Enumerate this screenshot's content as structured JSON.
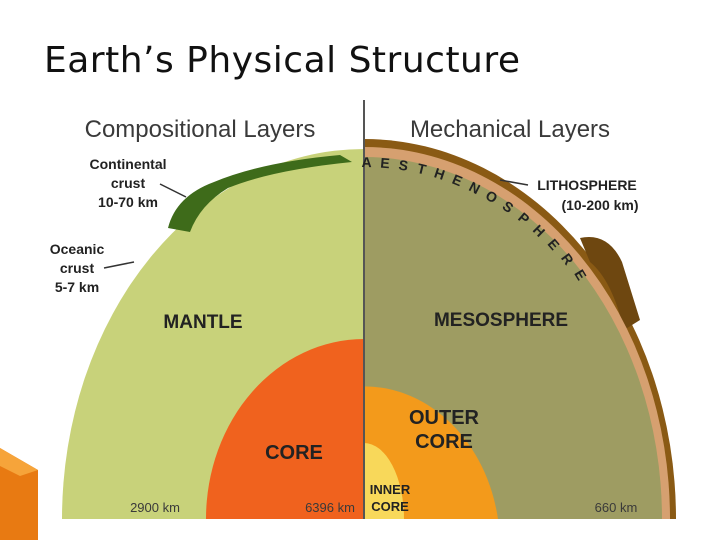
{
  "slide": {
    "title": "Earth’s Physical Structure"
  },
  "headers": {
    "left": "Compositional Layers",
    "right": "Mechanical Layers"
  },
  "labels": {
    "continental_crust": [
      "Continental",
      "crust",
      "10-70 km"
    ],
    "oceanic_crust": [
      "Oceanic",
      "crust",
      "5-7 km"
    ],
    "mantle": "MANTLE",
    "core": "CORE",
    "mesosphere": "MESOSPHERE",
    "outer_core": [
      "OUTER",
      "CORE"
    ],
    "inner_core": [
      "INNER",
      "CORE"
    ],
    "aesthenosphere": "AESTHENOSPHERE",
    "lithosphere": [
      "LITHOSPHERE",
      "(10-200 km)"
    ],
    "depth_left": "2900 km",
    "depth_center": "6396 km",
    "depth_right": "660 km"
  },
  "colors": {
    "mantle": "#c8d27a",
    "mesosphere": "#9e9c62",
    "outer_core": "#f39a1b",
    "core": "#f0621e",
    "inner_core": "#f8d85a",
    "lithosphere": "#8a5a14",
    "aesthenosphere": "#d6a070",
    "continental_crust": "#3e6b1a",
    "accent_orange": "#e87a12"
  },
  "icons": {
    "corner": "orange-corner-decoration-icon"
  }
}
